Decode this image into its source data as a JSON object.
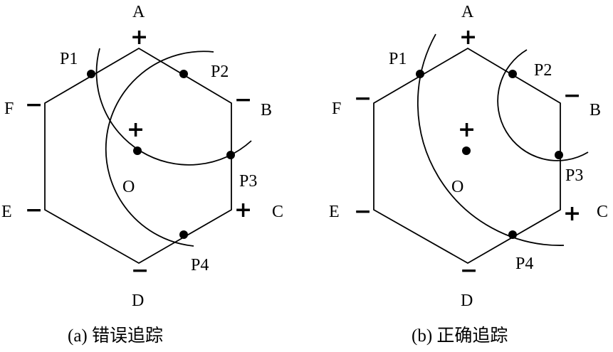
{
  "diagrams": [
    {
      "caption": "(a) 错误追踪",
      "vertices": {
        "A": "A",
        "B": "B",
        "C": "C",
        "D": "D",
        "E": "E",
        "F": "F"
      },
      "center": "O",
      "points": [
        "P1",
        "P2",
        "P3",
        "P4"
      ],
      "signs": {
        "A": "+",
        "B": "−",
        "C": "+",
        "D": "−",
        "E": "−",
        "F": "−",
        "O": "+"
      }
    },
    {
      "caption": "(b) 正确追踪",
      "vertices": {
        "A": "A",
        "B": "B",
        "C": "C",
        "D": "D",
        "E": "E",
        "F": "F"
      },
      "center": "O",
      "points": [
        "P1",
        "P2",
        "P3",
        "P4"
      ],
      "signs": {
        "A": "+",
        "B": "−",
        "C": "+",
        "D": "−",
        "E": "−",
        "F": "−",
        "O": "+"
      }
    }
  ]
}
